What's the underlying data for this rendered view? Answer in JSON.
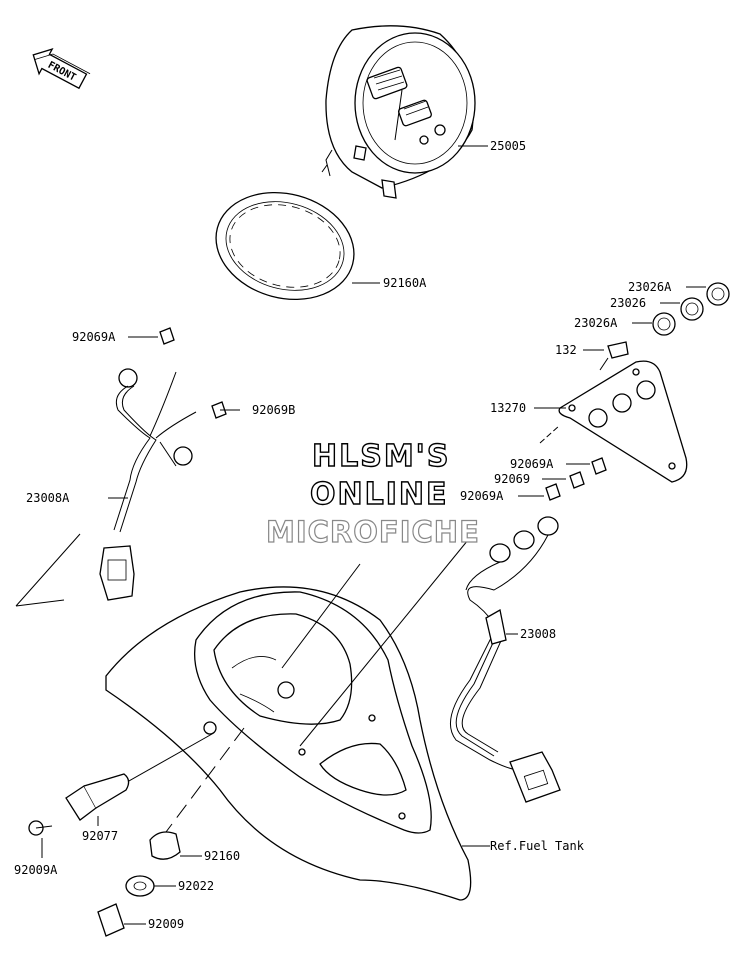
{
  "front_tag": "FRONT",
  "watermark": {
    "line1": "HLSM'S",
    "line2": "ONLINE",
    "line3": "MICROFICHE"
  },
  "labels": {
    "p25005": "25005",
    "p92160A": "92160A",
    "p23026A_top": "23026A",
    "p23026": "23026",
    "p23026A_bot": "23026A",
    "p132": "132",
    "p13270": "13270",
    "p92069A_left": "92069A",
    "p92069B": "92069B",
    "p23008A": "23008A",
    "p92069A_r1": "92069A",
    "p92069": "92069",
    "p92069A_r2": "92069A",
    "p23008": "23008",
    "p92077": "92077",
    "p92009A": "92009A",
    "p92160": "92160",
    "p92022": "92022",
    "p92009": "92009",
    "ref_fuel_tank": "Ref.Fuel Tank"
  }
}
